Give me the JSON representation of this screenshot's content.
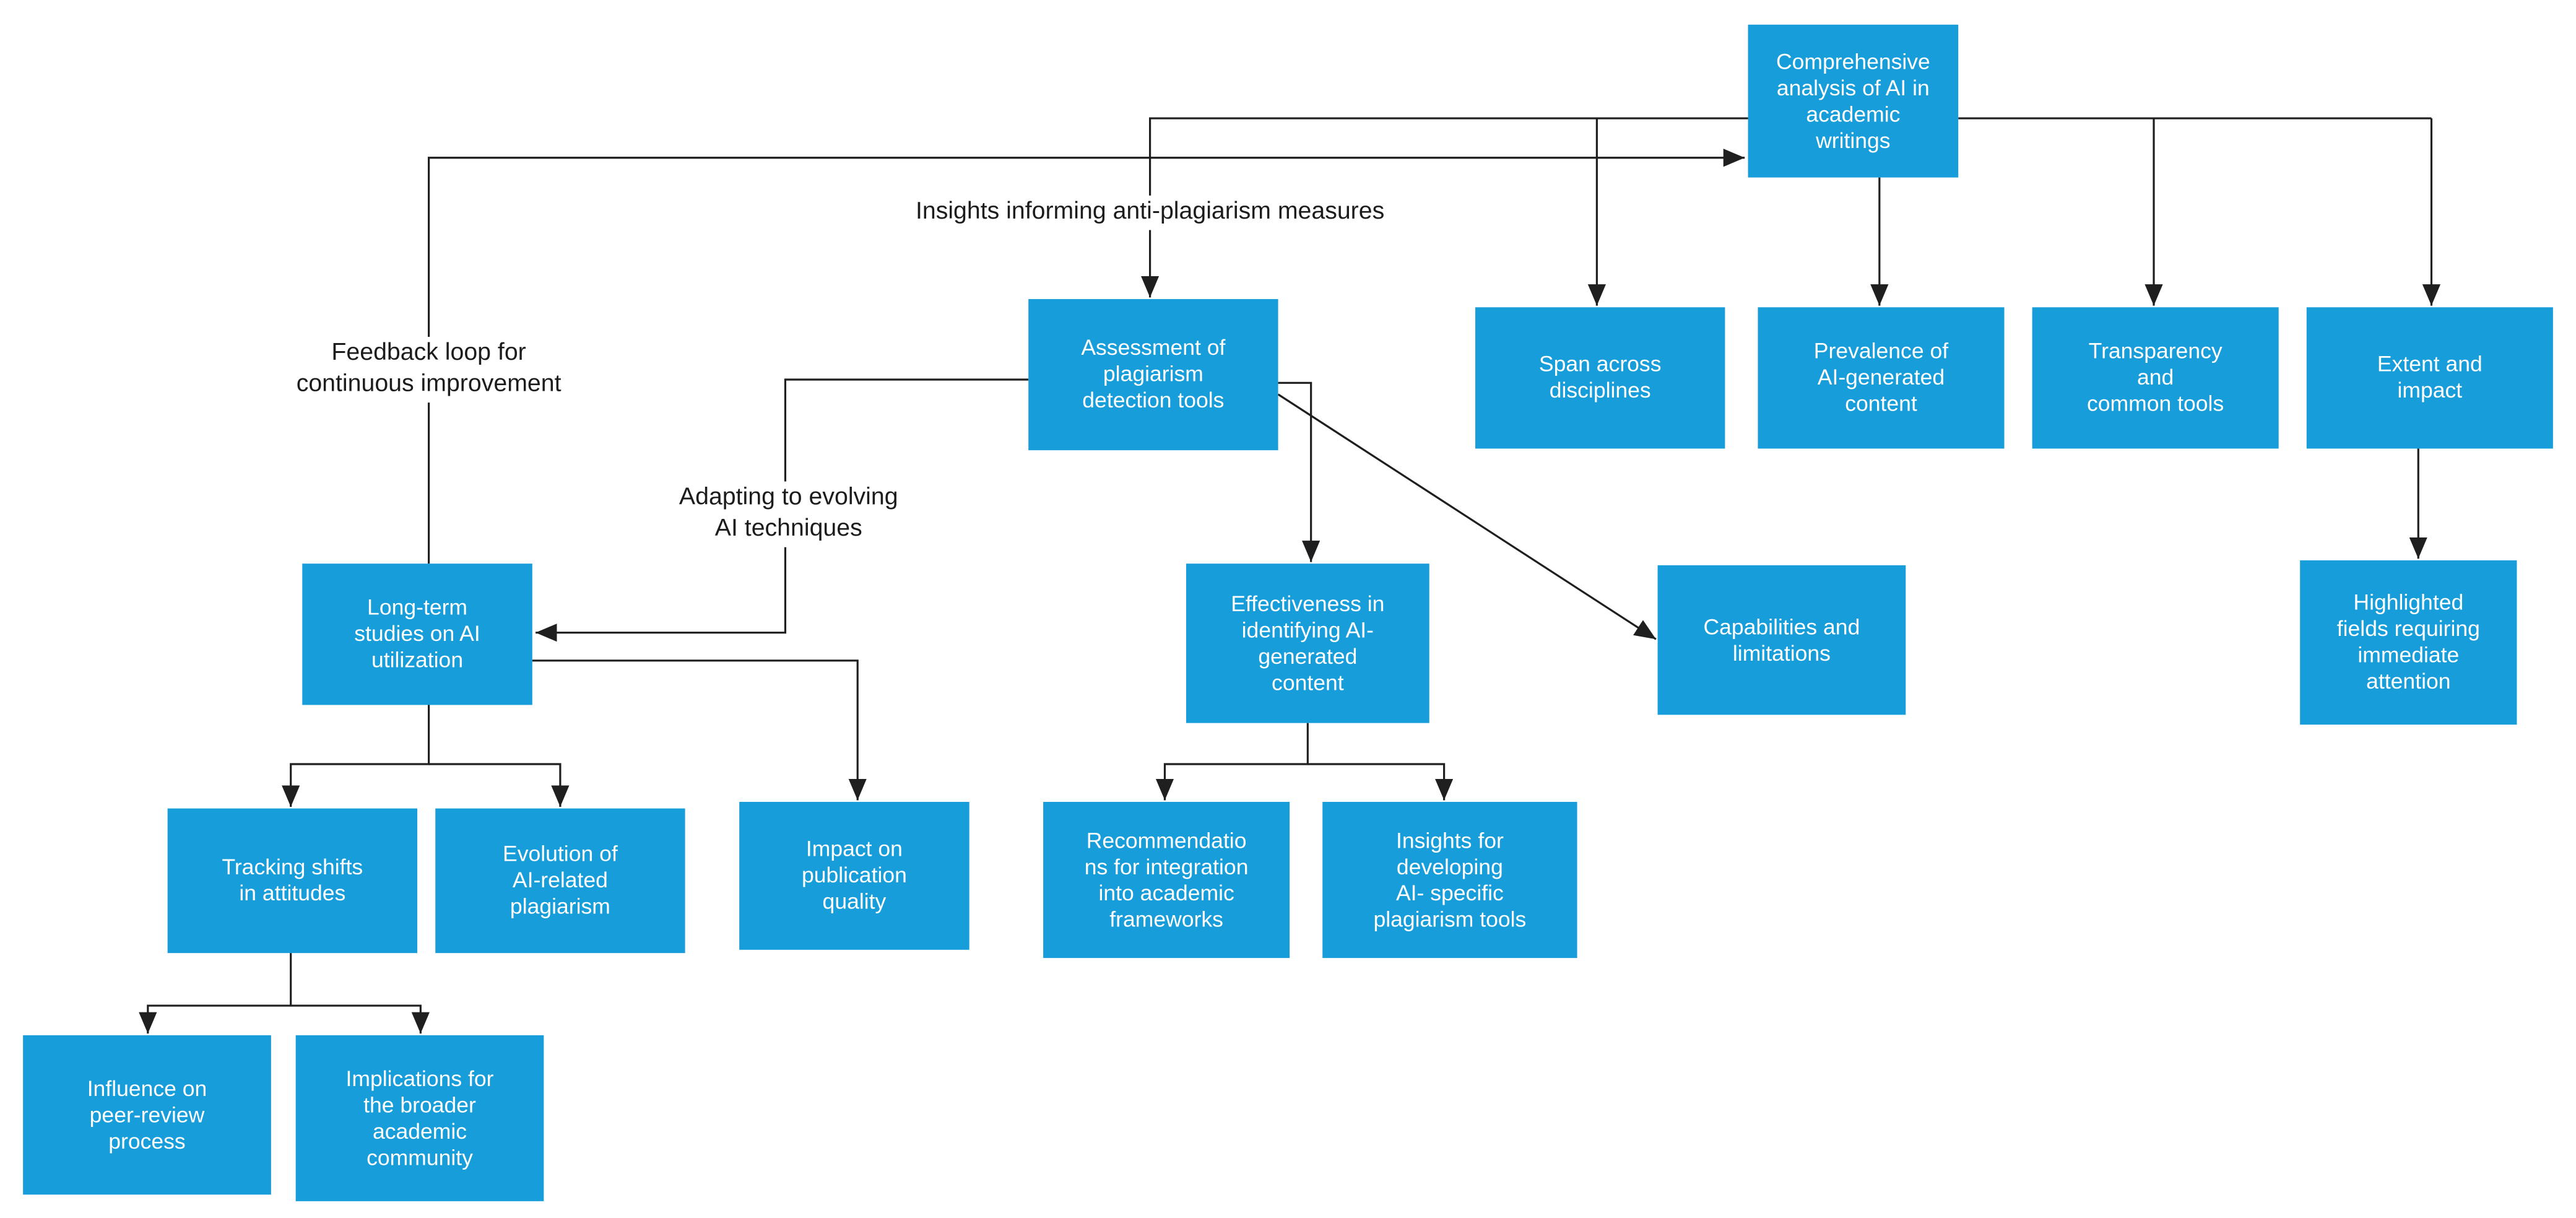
{
  "diagram": {
    "title": "Comprehensive analysis of AI in academic writings — flowchart",
    "type": "flowchart",
    "colors": {
      "node_fill": "#179DD9",
      "node_text": "#ffffff",
      "connector": "#1f1f1f",
      "label_text": "#1c1c1c",
      "background": "#ffffff"
    }
  },
  "nodes": [
    {
      "id": "comprehensive-analysis",
      "label": "Comprehensive analysis of AI in academic writings",
      "lines": [
        "Comprehensive",
        "analysis of AI in",
        "academic",
        "writings"
      ]
    },
    {
      "id": "assessment-tools",
      "label": "Assessment of plagiarism detection tools",
      "lines": [
        "Assessment of",
        "plagiarism",
        "detection tools"
      ]
    },
    {
      "id": "span-disciplines",
      "label": "Span across disciplines",
      "lines": [
        "Span across",
        "disciplines"
      ]
    },
    {
      "id": "prevalence-content",
      "label": "Prevalence of AI-generated content",
      "lines": [
        "Prevalence of",
        "AI-generated",
        "content"
      ]
    },
    {
      "id": "transparency-tools",
      "label": "Transparency and common tools",
      "lines": [
        "Transparency",
        "and",
        "common tools"
      ]
    },
    {
      "id": "extent-impact",
      "label": "Extent and impact",
      "lines": [
        "Extent and",
        "impact"
      ]
    },
    {
      "id": "long-term-studies",
      "label": "Long-term studies on AI utilization",
      "lines": [
        "Long-term",
        "studies on AI",
        "utilization"
      ]
    },
    {
      "id": "effectiveness-identifying",
      "label": "Effectiveness in identifying AI-generated content",
      "lines": [
        "Effectiveness in",
        "identifying AI-",
        "generated",
        "content"
      ]
    },
    {
      "id": "capabilities-limitations",
      "label": "Capabilities and limitations",
      "lines": [
        "Capabilities and",
        "limitations"
      ]
    },
    {
      "id": "highlighted-fields",
      "label": "Highlighted fields requiring immediate attention",
      "lines": [
        "Highlighted",
        "fields requiring",
        "immediate",
        "attention"
      ]
    },
    {
      "id": "tracking-shifts",
      "label": "Tracking shifts in attitudes",
      "lines": [
        "Tracking shifts",
        "in attitudes"
      ]
    },
    {
      "id": "evolution-plagiarism",
      "label": "Evolution of AI-related plagiarism",
      "lines": [
        "Evolution of",
        "AI-related",
        "plagiarism"
      ]
    },
    {
      "id": "impact-quality",
      "label": "Impact on publication quality",
      "lines": [
        "Impact on",
        "publication",
        "quality"
      ]
    },
    {
      "id": "recommendations-integration",
      "label": "Recommendations for integration into academic frameworks",
      "lines": [
        "Recommendatio",
        "ns for integration",
        "into academic",
        "frameworks"
      ]
    },
    {
      "id": "insights-developing",
      "label": "Insights for developing AI- specific plagiarism tools",
      "lines": [
        "Insights for",
        "developing",
        "AI- specific",
        "plagiarism tools"
      ]
    },
    {
      "id": "influence-peer-review",
      "label": "Influence on peer-review process",
      "lines": [
        "Influence on",
        "peer-review",
        "process"
      ]
    },
    {
      "id": "implications-community",
      "label": "Implications for the broader academic community",
      "lines": [
        "Implications for",
        "the broader",
        "academic",
        "community"
      ]
    }
  ],
  "labels": {
    "insights": {
      "text": "Insights informing anti-plagiarism measures"
    },
    "feedback": {
      "lines": [
        "Feedback loop for",
        "continuous improvement"
      ]
    },
    "adapting": {
      "lines": [
        "Adapting to evolving",
        "AI techniques"
      ]
    }
  },
  "edges": [
    {
      "from": "long-term-studies",
      "to": "comprehensive-analysis",
      "label": "Feedback loop for continuous improvement"
    },
    {
      "from": "comprehensive-analysis",
      "to": "assessment-tools",
      "label": "Insights informing anti-plagiarism measures"
    },
    {
      "from": "comprehensive-analysis",
      "to": "span-disciplines"
    },
    {
      "from": "comprehensive-analysis",
      "to": "prevalence-content"
    },
    {
      "from": "comprehensive-analysis",
      "to": "transparency-tools"
    },
    {
      "from": "comprehensive-analysis",
      "to": "extent-impact"
    },
    {
      "from": "assessment-tools",
      "to": "long-term-studies",
      "label": "Adapting to evolving AI techniques"
    },
    {
      "from": "assessment-tools",
      "to": "effectiveness-identifying"
    },
    {
      "from": "assessment-tools",
      "to": "capabilities-limitations"
    },
    {
      "from": "long-term-studies",
      "to": "impact-quality"
    },
    {
      "from": "long-term-studies",
      "to": "tracking-shifts"
    },
    {
      "from": "long-term-studies",
      "to": "evolution-plagiarism"
    },
    {
      "from": "effectiveness-identifying",
      "to": "recommendations-integration"
    },
    {
      "from": "effectiveness-identifying",
      "to": "insights-developing"
    },
    {
      "from": "extent-impact",
      "to": "highlighted-fields"
    },
    {
      "from": "tracking-shifts",
      "to": "influence-peer-review"
    },
    {
      "from": "tracking-shifts",
      "to": "implications-community"
    }
  ]
}
